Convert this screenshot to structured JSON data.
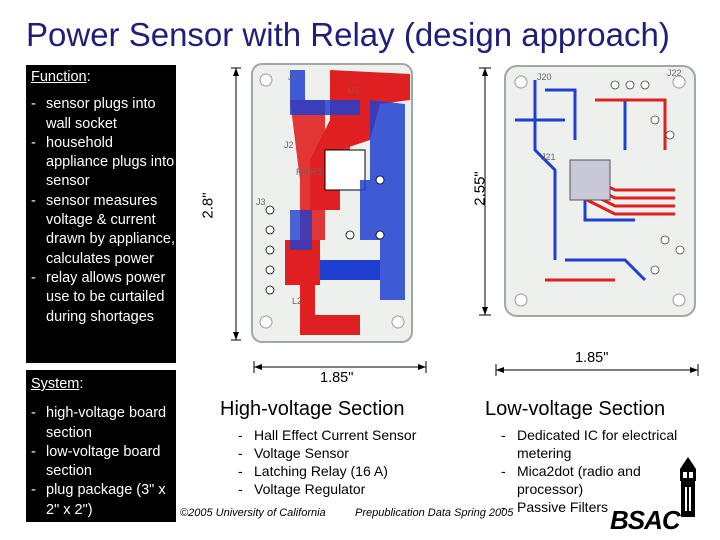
{
  "title": "Power Sensor with Relay (design approach)",
  "function_panel": {
    "heading": "Function",
    "colon": ":",
    "items": [
      "sensor plugs into wall socket",
      "household appliance plugs into sensor",
      "sensor measures voltage & current drawn by appliance, calculates power",
      "relay allows power use to be curtailed during shortages"
    ]
  },
  "system_panel": {
    "heading": "System",
    "colon": ":",
    "items": [
      "high-voltage board section",
      "low-voltage board section",
      "plug package (3\" x 2\" x 2\")"
    ]
  },
  "dimensions": {
    "hv_height": "2.8\"",
    "hv_width": "1.85\"",
    "lv_height": "2.55\"",
    "lv_width": "1.85\""
  },
  "hv_labels": {
    "j1": "J1",
    "u1": "U1",
    "j2": "J2",
    "r4r3": "R4 R3",
    "j3": "J3",
    "l2": "L2"
  },
  "lv_labels": {
    "j20": "J20",
    "j22": "J22",
    "j21": "J21"
  },
  "high_voltage": {
    "heading": "High-voltage Section",
    "items": [
      "Hall Effect Current Sensor",
      "Voltage Sensor",
      "Latching Relay (16 A)",
      "Voltage Regulator"
    ]
  },
  "low_voltage": {
    "heading": "Low-voltage Section",
    "items": [
      "Dedicated IC for electrical metering",
      "Mica2dot (radio and processor)",
      "Passive Filters"
    ]
  },
  "footer": {
    "copyright": "©2005 University of California",
    "note": "Prepublication Data Spring 2005"
  },
  "logo": {
    "text": "BSAC",
    "icon": "campanile-tower-icon"
  },
  "colors": {
    "title": "#1f1f7a",
    "top_copper": "#e02020",
    "bottom_copper": "#1f3fd0",
    "silk": "#9aa8a0"
  }
}
